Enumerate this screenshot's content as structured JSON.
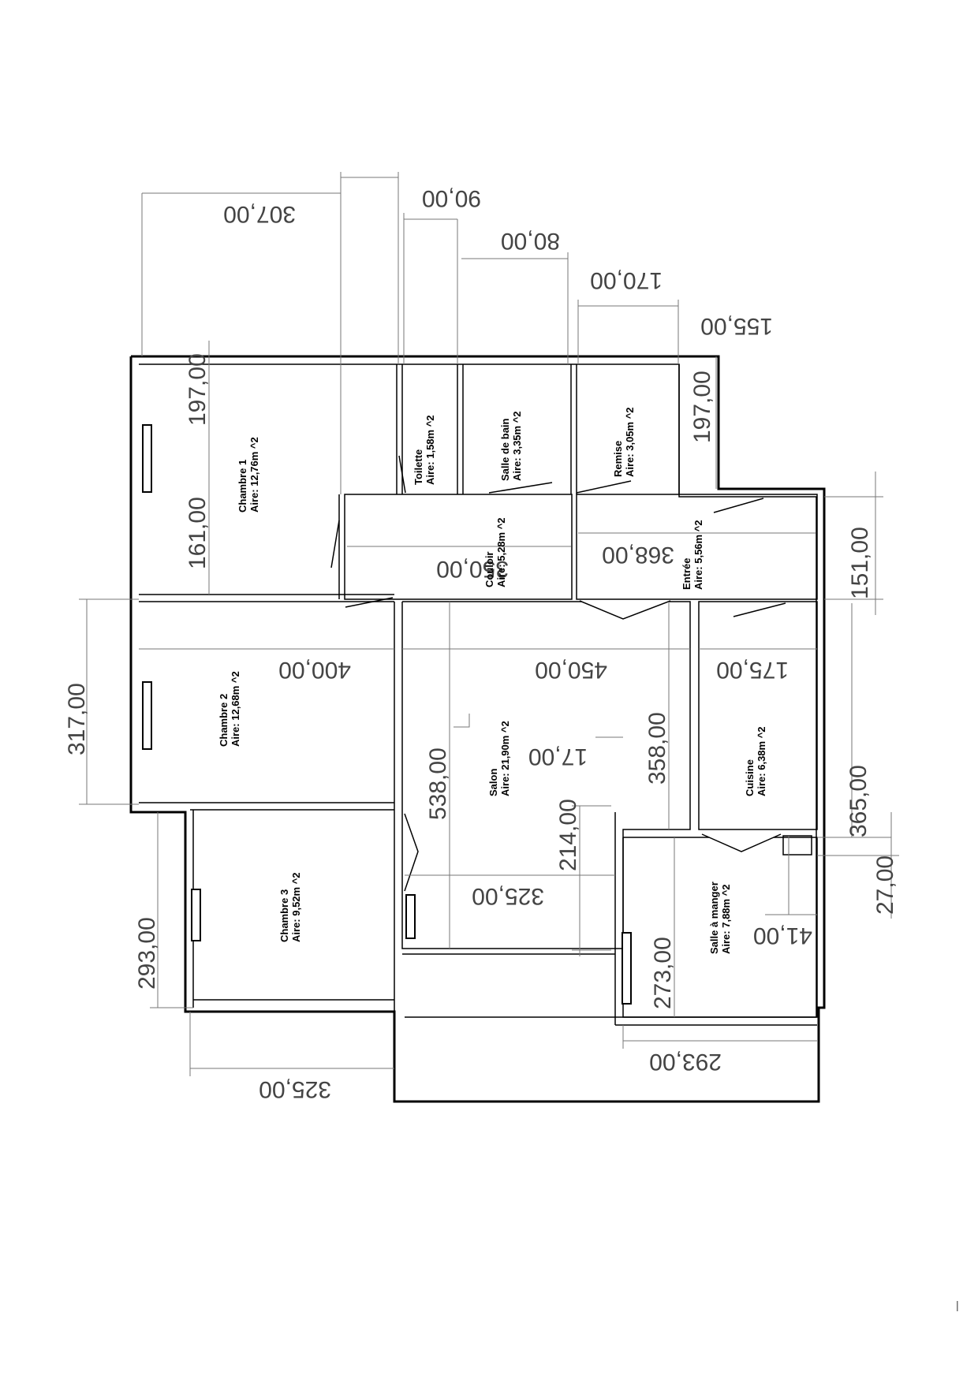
{
  "rooms": [
    {
      "name": "Chambre 1",
      "area": "Aire: 12,76m ^2"
    },
    {
      "name": "Toilette",
      "area": "Aire: 1,58m ^2"
    },
    {
      "name": "Salle de bain",
      "area": "Aire: 3,35m ^2"
    },
    {
      "name": "Remise",
      "area": "Aire: 3,05m ^2"
    },
    {
      "name": "Couloir",
      "area": "Aire: 5,28m ^2"
    },
    {
      "name": "Entrée",
      "area": "Aire: 5,56m ^2"
    },
    {
      "name": "Chambre 2",
      "area": "Aire: 12,68m ^2"
    },
    {
      "name": "Salon",
      "area": "Aire: 21,90m ^2"
    },
    {
      "name": "Cuisine",
      "area": "Aire: 6,38m ^2"
    },
    {
      "name": "Chambre 3",
      "area": "Aire: 9,52m ^2"
    },
    {
      "name": "Salle à manger",
      "area": "Aire: 7,88m ^2"
    }
  ],
  "dimensions": {
    "top_307": "307,00",
    "top_90": "90,00",
    "top_80": "80,00",
    "top_170": "170,00",
    "top_155": "155,00",
    "ch1_197": "197,00",
    "ch1_161": "161,00",
    "remise_197": "197,00",
    "couloir_350": "350,00",
    "entree_368": "368,00",
    "right_151": "151,00",
    "left_317": "317,00",
    "ch2_400": "400,00",
    "salon_450": "450,00",
    "cuisine_175": "175,00",
    "salon_358": "358,00",
    "salon_17": "17,00",
    "salon_538": "538,00",
    "salon_214": "214,00",
    "right_365": "365,00",
    "right_27": "27,00",
    "salon_325": "325,00",
    "sam_41": "41,00",
    "left_293": "293,00",
    "sam_273": "273,00",
    "bottom_293": "293,00",
    "bottom_325": "325,00"
  },
  "margin_mark": "|"
}
